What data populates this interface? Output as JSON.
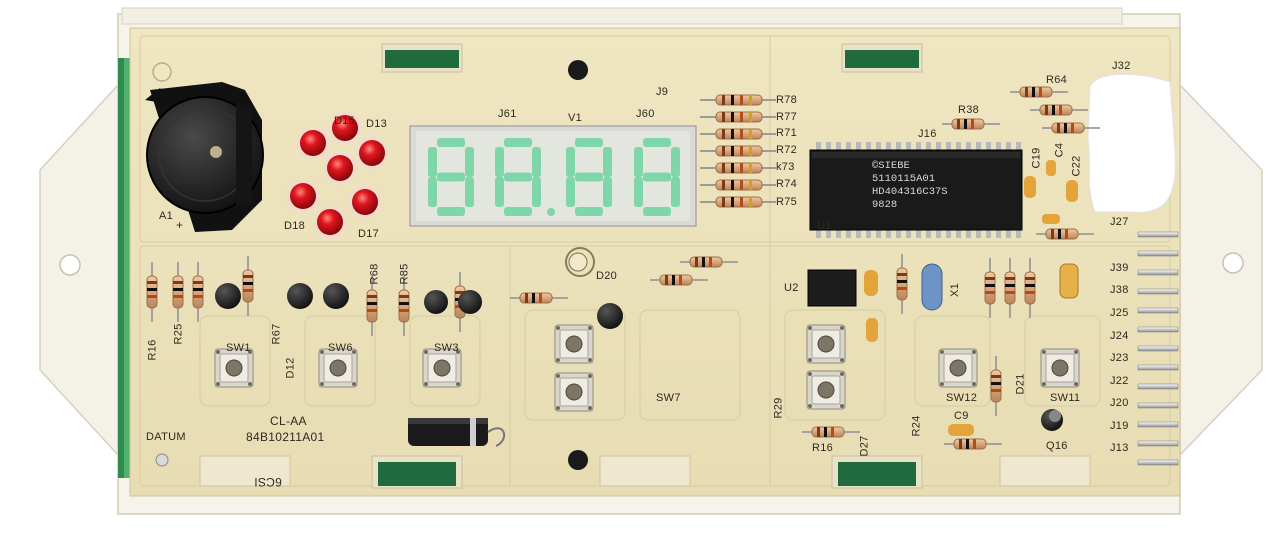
{
  "board": {
    "part_number": "84B10211A01",
    "variant": "CL-AA",
    "datum": "DATUM",
    "date_code": "6CSI",
    "colors": {
      "pcb": "#eee4bd",
      "frame": "#f6f3ea",
      "led_on": "#7fd6a8",
      "led_off": "#e6ece8",
      "red_led": "#d8141c",
      "chip": "#1a1a1a"
    }
  },
  "display": {
    "reference": "V1",
    "digits": [
      "8",
      "8",
      "8",
      "8"
    ]
  },
  "chip": {
    "reference": "U1",
    "marking": [
      "©SIEBE",
      "5110115A01",
      "HD404316C37S",
      "9828"
    ]
  },
  "buzzer": {
    "reference": "A1",
    "plus": "+"
  },
  "led_cluster": {
    "labels": [
      "D15",
      "D13",
      "D18",
      "D17"
    ]
  },
  "resistor_bank": {
    "labels": [
      "R78",
      "R77",
      "R71",
      "R72",
      "k73",
      "R74",
      "R75"
    ]
  },
  "labels": {
    "J32": "J32",
    "R64": "R64",
    "R38": "R38",
    "J16": "J16",
    "J9": "J9",
    "J61": "J61",
    "J60": "J60",
    "C19": "C19",
    "C4": "C4",
    "C22": "C22",
    "J27": "J27",
    "J39": "J39",
    "J38": "J38",
    "J25": "J25",
    "J24": "J24",
    "J23": "J23",
    "J22": "J22",
    "J20": "J20",
    "J19": "J19",
    "J13": "J13",
    "R16": "R16",
    "R25": "R25",
    "R67": "R67",
    "R68": "R68",
    "R85": "R85",
    "D12": "D12",
    "SW1": "SW1",
    "SW6": "SW6",
    "SW3": "SW3",
    "SW7": "SW7",
    "SW12": "SW12",
    "SW11": "SW11",
    "U2": "U2",
    "X1": "X1",
    "D20": "D20",
    "D21": "D21",
    "D27": "D27",
    "Q16": "Q16",
    "R24": "R24",
    "R16b": "R16",
    "C9": "C9",
    "R29": "R29"
  }
}
